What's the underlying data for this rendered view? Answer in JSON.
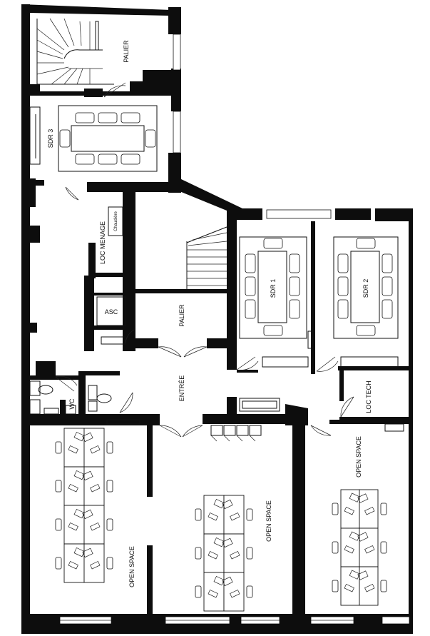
{
  "rooms": {
    "palier_top": "PALIER",
    "sdr3": "SDR 3",
    "loc_menage": "LOC MENAGE",
    "chaudiere": "Chaudière",
    "asc": "ASC",
    "palier_mid": "PALIER",
    "sdr1": "SDR 1",
    "sdr2": "SDR 2",
    "entree": "ENTRÉE",
    "wc": "WC",
    "loc_tech": "LOC TECH",
    "open_space_left": "OPEN SPACE",
    "open_space_mid": "OPEN SPACE",
    "open_space_right": "OPEN SPACE"
  }
}
